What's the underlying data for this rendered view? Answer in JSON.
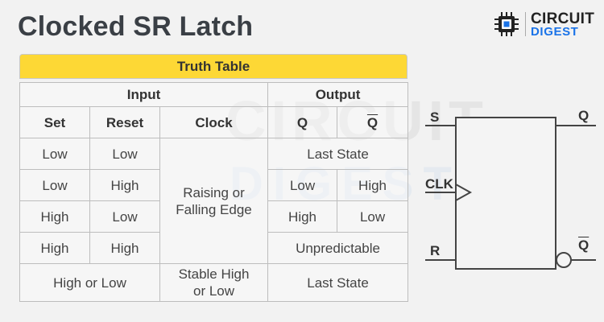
{
  "page": {
    "title": "Clocked SR Latch"
  },
  "logo": {
    "line1": "CIRCUIT",
    "line2": "DIGEST",
    "watermark_line1": "CIRCUIT",
    "watermark_line2": "DIGEST"
  },
  "truth_table": {
    "title": "Truth Table",
    "group_headers": {
      "input": "Input",
      "output": "Output"
    },
    "columns": {
      "set": "Set",
      "reset": "Reset",
      "clock": "Clock",
      "q": "Q",
      "qbar": "Q"
    },
    "rows": [
      {
        "set": "Low",
        "reset": "Low",
        "output": "Last State"
      },
      {
        "set": "Low",
        "reset": "High",
        "q": "Low",
        "qbar": "High"
      },
      {
        "set": "High",
        "reset": "Low",
        "q": "High",
        "qbar": "Low"
      },
      {
        "set": "High",
        "reset": "High",
        "output": "Unpredictable"
      }
    ],
    "clock_edge": "Raising or Falling Edge",
    "last_row": {
      "input": "High or Low",
      "clock": "Stable High or Low",
      "output": "Last State"
    }
  },
  "diagram": {
    "labels": {
      "s": "S",
      "clk": "CLK",
      "r": "R",
      "q": "Q",
      "qbar": "Q"
    },
    "colors": {
      "line": "#444444"
    }
  },
  "colors": {
    "header_yellow": "#fdd835",
    "title": "#3a3f45",
    "logo_blue": "#1a73e8"
  }
}
